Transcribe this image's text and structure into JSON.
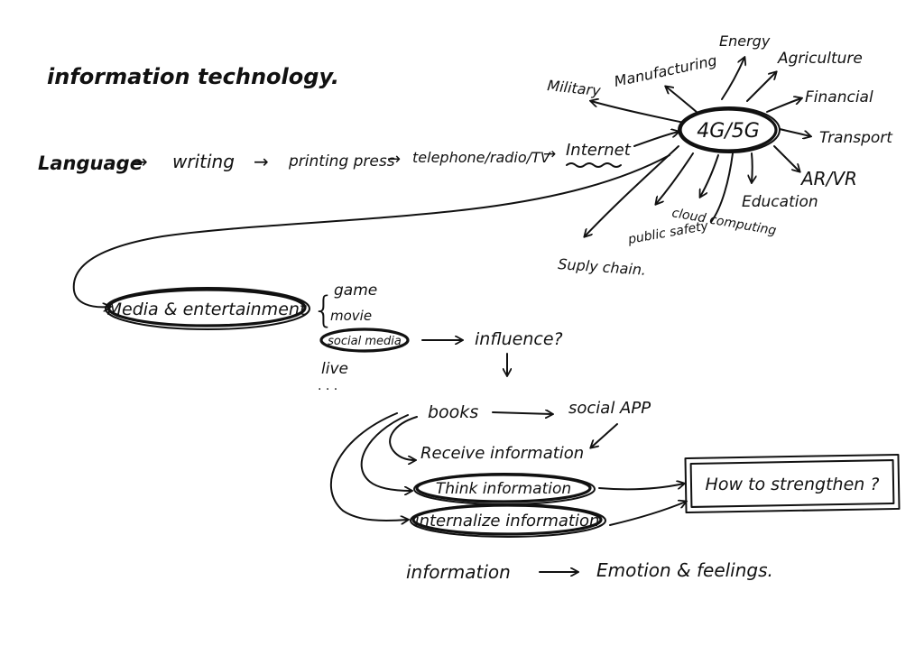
{
  "title": "information technology.",
  "timeline": {
    "items": [
      "Language",
      "writing",
      "printing press",
      "telephone/radio/TV",
      "Internet"
    ],
    "arrow": "→"
  },
  "hub": {
    "label": "4G/5G",
    "spokes": [
      "Military",
      "Manufacturing",
      "Energy",
      "Agriculture",
      "Financial",
      "Transport",
      "AR/VR",
      "Education",
      "cloud computing",
      "public safety",
      "Suply chain."
    ]
  },
  "media": {
    "label": "Media & entertainment",
    "brace": "{",
    "items": [
      "game",
      "movie",
      "social media",
      "live",
      "· · ·"
    ],
    "influence": "influence?"
  },
  "flow": {
    "books": "books",
    "social_app": "social APP",
    "receive": "Receive information",
    "think": "Think information",
    "internalize": "internalize information",
    "question": "How to strengthen ?",
    "bottom_left": "information",
    "bottom_right": "Emotion & feelings."
  },
  "colors": {
    "ink": "#111111",
    "paper": "#ffffff"
  }
}
